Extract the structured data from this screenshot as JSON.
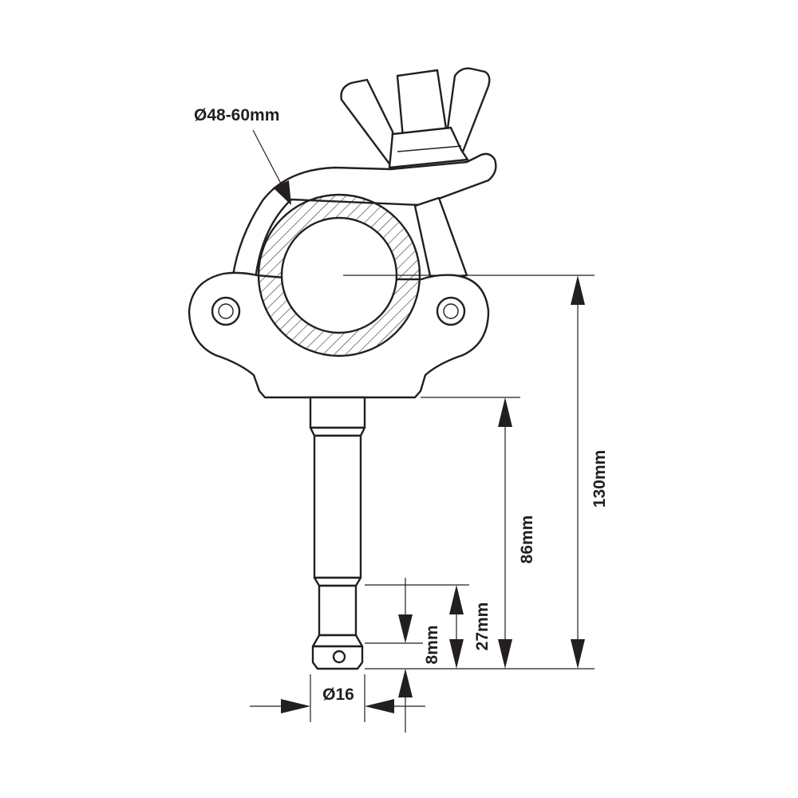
{
  "dimensions": {
    "tube_diameter": "Ø48-60mm",
    "overall_height": "130mm",
    "spigot_length": "86mm",
    "spigot_tip_length": "27mm",
    "groove_offset": "8mm",
    "spigot_diameter": "Ø16"
  },
  "colors": {
    "line": "#231f20",
    "background": "#ffffff"
  }
}
